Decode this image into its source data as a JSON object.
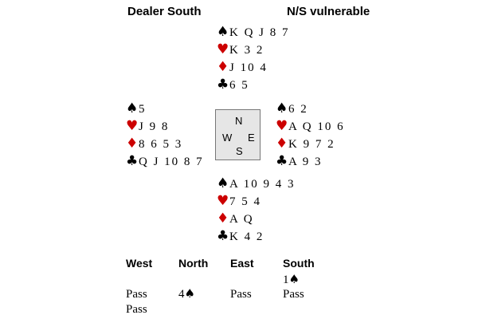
{
  "header": {
    "dealer": "Dealer South",
    "vulnerability": "N/S vulnerable"
  },
  "symbols": {
    "spades": "♠",
    "hearts": "♥",
    "diamonds": "♦",
    "clubs": "♣"
  },
  "colors": {
    "black_suit": "#000000",
    "red_suit": "#cc0000"
  },
  "hands": {
    "north": {
      "spades": "K Q J 8 7",
      "hearts": "K 3 2",
      "diamonds": "J 10 4",
      "clubs": "6 5"
    },
    "west": {
      "spades": "5",
      "hearts": "J 9 8",
      "diamonds": "8 6 5 3",
      "clubs": "Q J 10 8 7"
    },
    "east": {
      "spades": "6 2",
      "hearts": "A Q 10 6",
      "diamonds": "K 9 7 2",
      "clubs": "A 9 3"
    },
    "south": {
      "spades": "A 10 9 4 3",
      "hearts": "7 5 4",
      "diamonds": "A Q",
      "clubs": "K 4 2"
    }
  },
  "compass": {
    "n": "N",
    "w": "W",
    "e": "E",
    "s": "S"
  },
  "auction": {
    "headers": {
      "west": "West",
      "north": "North",
      "east": "East",
      "south": "South"
    },
    "south_open_level": "1",
    "row1": {
      "west": "Pass",
      "north_level": "4",
      "east": "Pass",
      "south": "Pass"
    },
    "row2": {
      "west": "Pass"
    }
  }
}
